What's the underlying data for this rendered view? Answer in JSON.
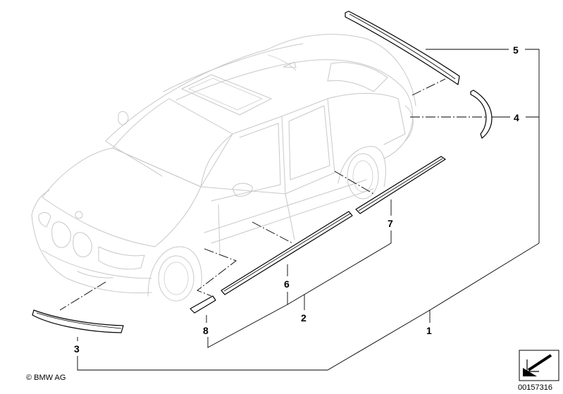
{
  "diagram": {
    "callouts": [
      {
        "id": "1",
        "label": "1"
      },
      {
        "id": "2",
        "label": "2"
      },
      {
        "id": "3",
        "label": "3"
      },
      {
        "id": "4",
        "label": "4"
      },
      {
        "id": "5",
        "label": "5"
      },
      {
        "id": "6",
        "label": "6"
      },
      {
        "id": "7",
        "label": "7"
      },
      {
        "id": "8",
        "label": "8"
      }
    ],
    "copyright": "© BMW AG",
    "part_number": "00157316"
  }
}
